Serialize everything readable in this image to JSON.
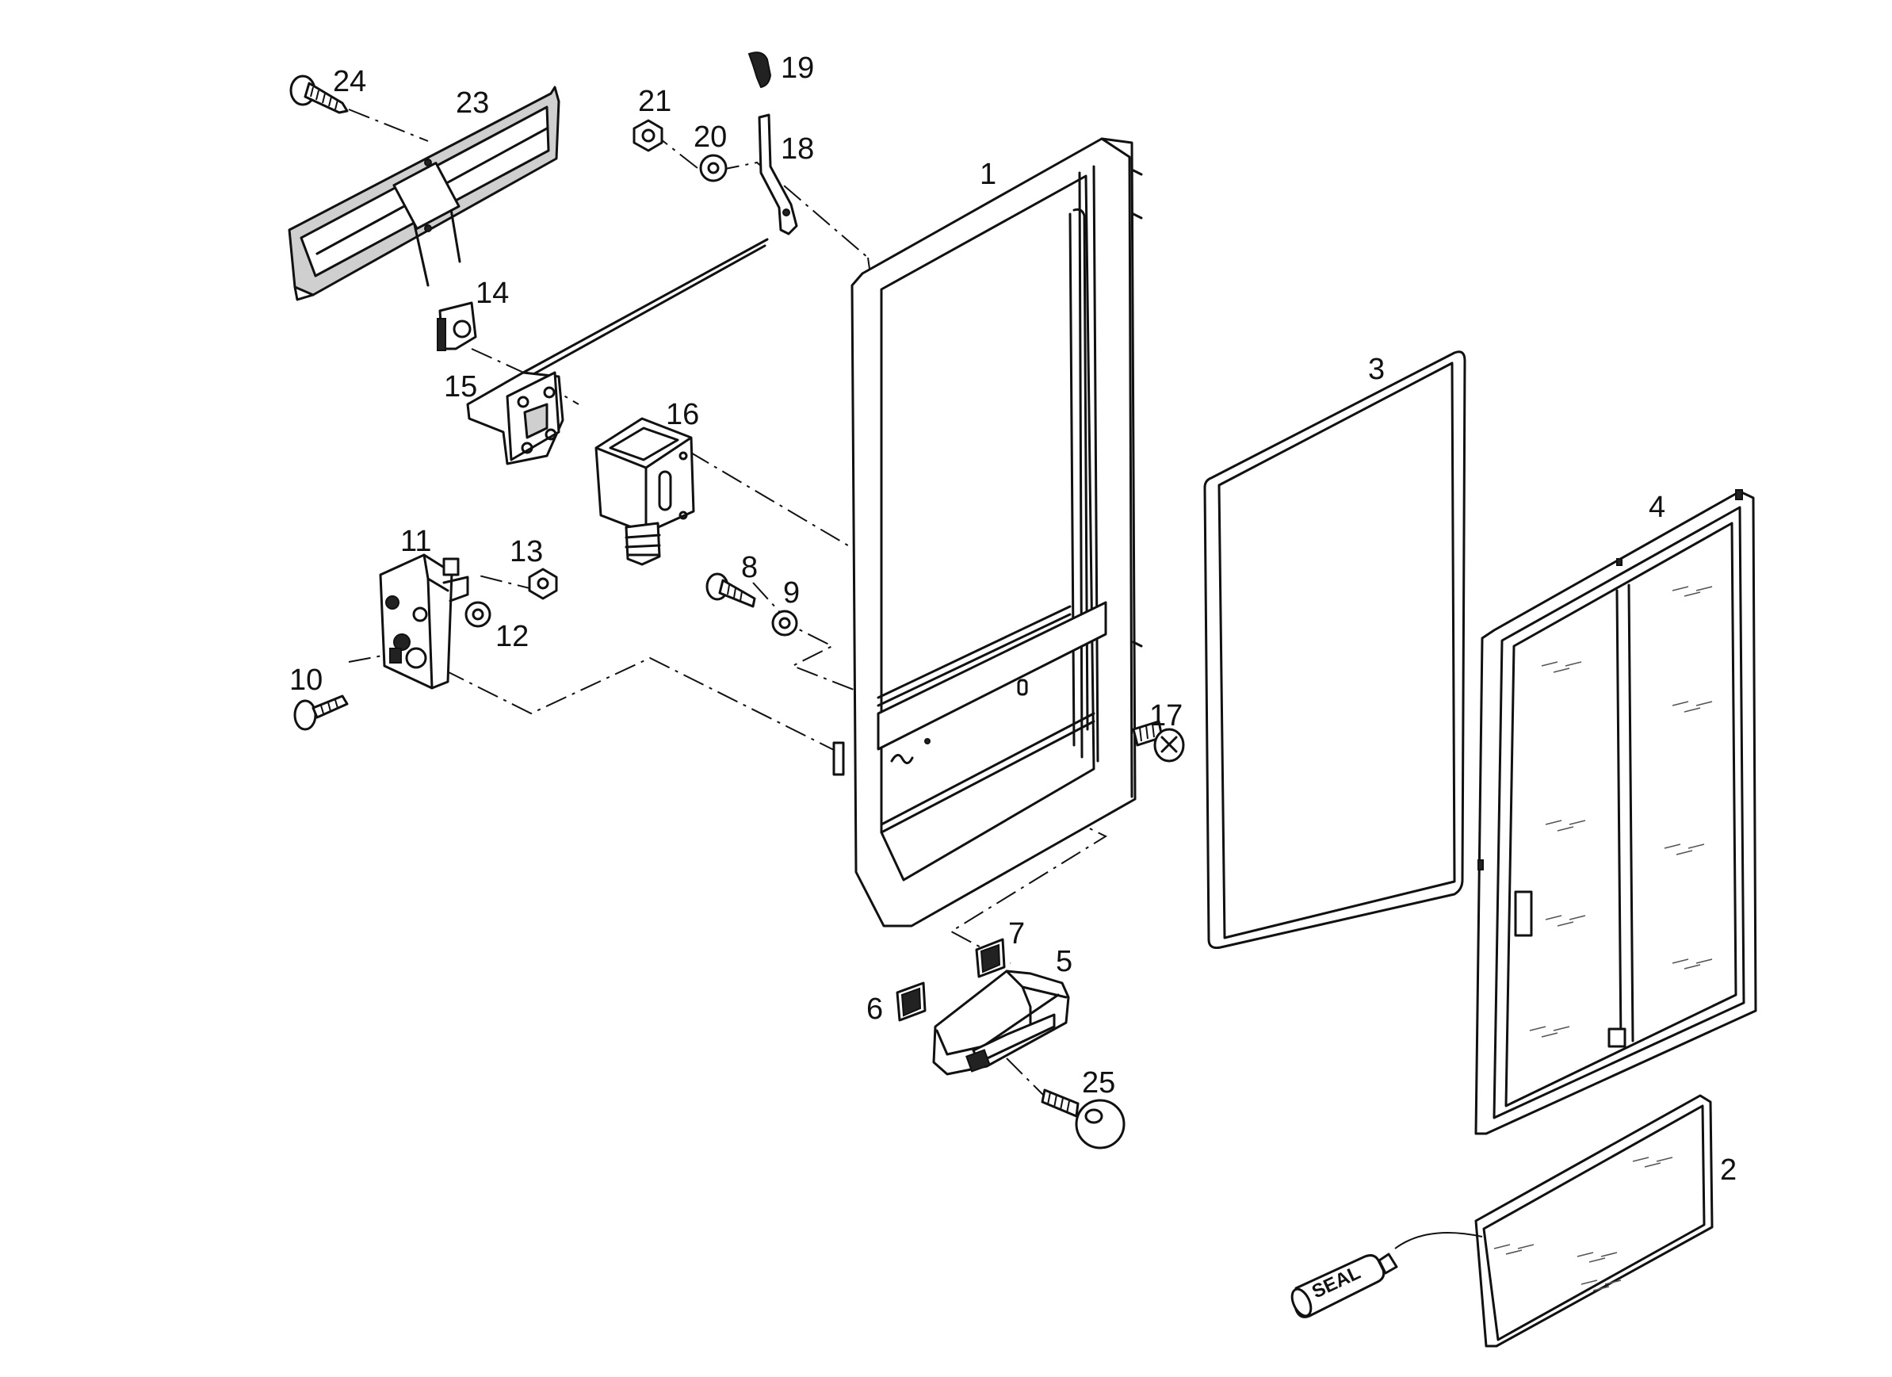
{
  "diagram": {
    "callouts": [
      "1",
      "2",
      "3",
      "4",
      "5",
      "6",
      "7",
      "8",
      "9",
      "10",
      "11",
      "12",
      "13",
      "14",
      "15",
      "16",
      "17",
      "18",
      "19",
      "20",
      "21",
      "23",
      "24",
      "25"
    ],
    "seal_tube_label": "SEAL"
  }
}
